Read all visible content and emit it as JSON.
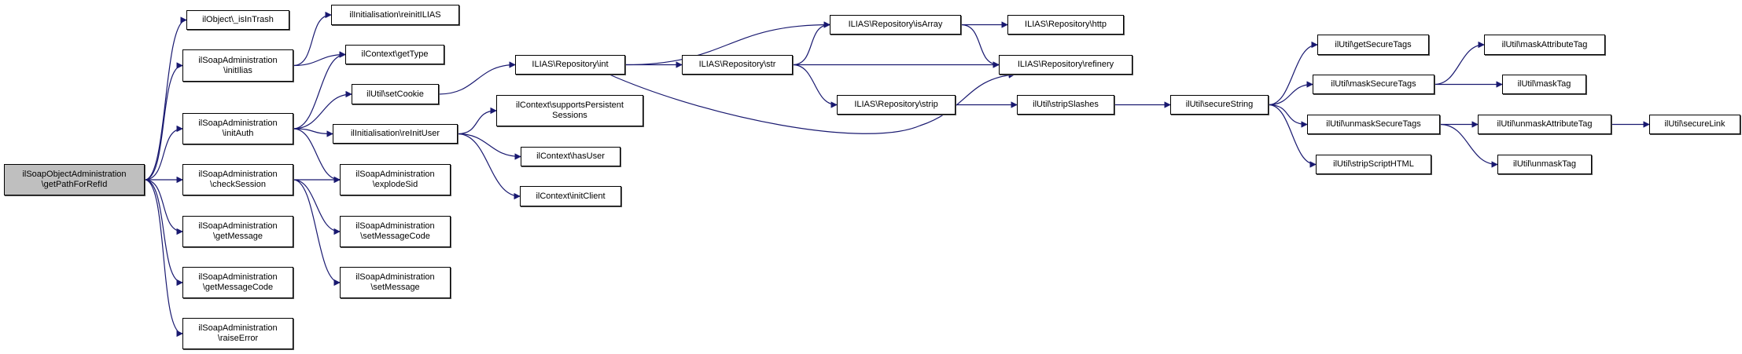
{
  "graph": {
    "edge_color": "#191970",
    "root_fill": "#bfbfbf",
    "nodes": {
      "root": {
        "lines": [
          "ilSoapObjectAdministration",
          "\\getPathForRefId"
        ]
      },
      "isInTrash": {
        "lines": [
          "ilObject\\_isInTrash"
        ]
      },
      "initIlias": {
        "lines": [
          "ilSoapAdministration",
          "\\initIlias"
        ]
      },
      "initAuth": {
        "lines": [
          "ilSoapAdministration",
          "\\initAuth"
        ]
      },
      "checkSession": {
        "lines": [
          "ilSoapAdministration",
          "\\checkSession"
        ]
      },
      "getMessage": {
        "lines": [
          "ilSoapAdministration",
          "\\getMessage"
        ]
      },
      "getMessageCode": {
        "lines": [
          "ilSoapAdministration",
          "\\getMessageCode"
        ]
      },
      "raiseError": {
        "lines": [
          "ilSoapAdministration",
          "\\raiseError"
        ]
      },
      "reinitILIAS": {
        "lines": [
          "ilInitialisation\\reinitILIAS"
        ]
      },
      "getType": {
        "lines": [
          "ilContext\\getType"
        ]
      },
      "setCookie": {
        "lines": [
          "ilUtil\\setCookie"
        ]
      },
      "reInitUser": {
        "lines": [
          "ilInitialisation\\reInitUser"
        ]
      },
      "explodeSid": {
        "lines": [
          "ilSoapAdministration",
          "\\explodeSid"
        ]
      },
      "setMessageCode": {
        "lines": [
          "ilSoapAdministration",
          "\\setMessageCode"
        ]
      },
      "setMessage": {
        "lines": [
          "ilSoapAdministration",
          "\\setMessage"
        ]
      },
      "int": {
        "lines": [
          "ILIAS\\Repository\\int"
        ]
      },
      "supportsPersistentSessions": {
        "lines": [
          "ilContext\\supportsPersistent",
          "Sessions"
        ]
      },
      "hasUser": {
        "lines": [
          "ilContext\\hasUser"
        ]
      },
      "initClient": {
        "lines": [
          "ilContext\\initClient"
        ]
      },
      "str": {
        "lines": [
          "ILIAS\\Repository\\str"
        ]
      },
      "isArray": {
        "lines": [
          "ILIAS\\Repository\\isArray"
        ]
      },
      "http": {
        "lines": [
          "ILIAS\\Repository\\http"
        ]
      },
      "refinery": {
        "lines": [
          "ILIAS\\Repository\\refinery"
        ]
      },
      "strip": {
        "lines": [
          "ILIAS\\Repository\\strip"
        ]
      },
      "stripSlashes": {
        "lines": [
          "ilUtil\\stripSlashes"
        ]
      },
      "secureString": {
        "lines": [
          "ilUtil\\secureString"
        ]
      },
      "getSecureTags": {
        "lines": [
          "ilUtil\\getSecureTags"
        ]
      },
      "maskSecureTags": {
        "lines": [
          "ilUtil\\maskSecureTags"
        ]
      },
      "unmaskSecureTags": {
        "lines": [
          "ilUtil\\unmaskSecureTags"
        ]
      },
      "stripScriptHTML": {
        "lines": [
          "ilUtil\\stripScriptHTML"
        ]
      },
      "maskAttributeTag": {
        "lines": [
          "ilUtil\\maskAttributeTag"
        ]
      },
      "maskTag": {
        "lines": [
          "ilUtil\\maskTag"
        ]
      },
      "unmaskAttributeTag": {
        "lines": [
          "ilUtil\\unmaskAttributeTag"
        ]
      },
      "unmaskTag": {
        "lines": [
          "ilUtil\\unmaskTag"
        ]
      },
      "secureLink": {
        "lines": [
          "ilUtil\\secureLink"
        ]
      }
    },
    "edges": [
      [
        "root",
        "isInTrash"
      ],
      [
        "root",
        "initIlias"
      ],
      [
        "root",
        "initAuth"
      ],
      [
        "root",
        "checkSession"
      ],
      [
        "root",
        "getMessage"
      ],
      [
        "root",
        "getMessageCode"
      ],
      [
        "root",
        "raiseError"
      ],
      [
        "initIlias",
        "reinitILIAS"
      ],
      [
        "initIlias",
        "getType"
      ],
      [
        "initAuth",
        "getType"
      ],
      [
        "initAuth",
        "setCookie"
      ],
      [
        "initAuth",
        "reInitUser"
      ],
      [
        "initAuth",
        "explodeSid"
      ],
      [
        "checkSession",
        "explodeSid"
      ],
      [
        "checkSession",
        "setMessageCode"
      ],
      [
        "checkSession",
        "setMessage"
      ],
      [
        "setCookie",
        "int"
      ],
      [
        "reInitUser",
        "supportsPersistentSessions"
      ],
      [
        "reInitUser",
        "hasUser"
      ],
      [
        "reInitUser",
        "initClient"
      ],
      [
        "int",
        "isArray"
      ],
      [
        "int",
        "str"
      ],
      [
        "int",
        "refinery"
      ],
      [
        "str",
        "isArray"
      ],
      [
        "str",
        "refinery"
      ],
      [
        "str",
        "strip"
      ],
      [
        "isArray",
        "http"
      ],
      [
        "isArray",
        "refinery"
      ],
      [
        "strip",
        "stripSlashes"
      ],
      [
        "stripSlashes",
        "secureString"
      ],
      [
        "secureString",
        "getSecureTags"
      ],
      [
        "secureString",
        "maskSecureTags"
      ],
      [
        "secureString",
        "unmaskSecureTags"
      ],
      [
        "secureString",
        "stripScriptHTML"
      ],
      [
        "maskSecureTags",
        "maskAttributeTag"
      ],
      [
        "maskSecureTags",
        "maskTag"
      ],
      [
        "unmaskSecureTags",
        "unmaskAttributeTag"
      ],
      [
        "unmaskSecureTags",
        "unmaskTag"
      ],
      [
        "unmaskAttributeTag",
        "secureLink"
      ]
    ]
  }
}
